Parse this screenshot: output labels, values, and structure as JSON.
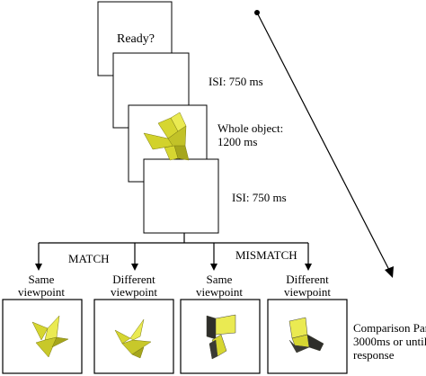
{
  "sequence": {
    "ready_text": "Ready?",
    "isi_label_1": "ISI: 750 ms",
    "whole_object_line1": "Whole object:",
    "whole_object_line2": "1200 ms",
    "isi_label_2": "ISI: 750 ms"
  },
  "branches": {
    "match_label": "MATCH",
    "mismatch_label": "MISMATCH"
  },
  "comparison": {
    "conditions": [
      {
        "line1": "Same",
        "line2": "viewpoint"
      },
      {
        "line1": "Different",
        "line2": "viewpoint"
      },
      {
        "line1": "Same",
        "line2": "viewpoint"
      },
      {
        "line1": "Different",
        "line2": "viewpoint"
      }
    ],
    "part_line1": "Comparison Part",
    "part_line2": "3000ms or until",
    "part_line3": "response"
  },
  "colors": {
    "object_yellow": "#d6d631",
    "object_yellow_light": "#eaea52",
    "object_yellow_dark": "#a6a61c",
    "part_dark": "#2e2e2a",
    "line": "#000000"
  }
}
